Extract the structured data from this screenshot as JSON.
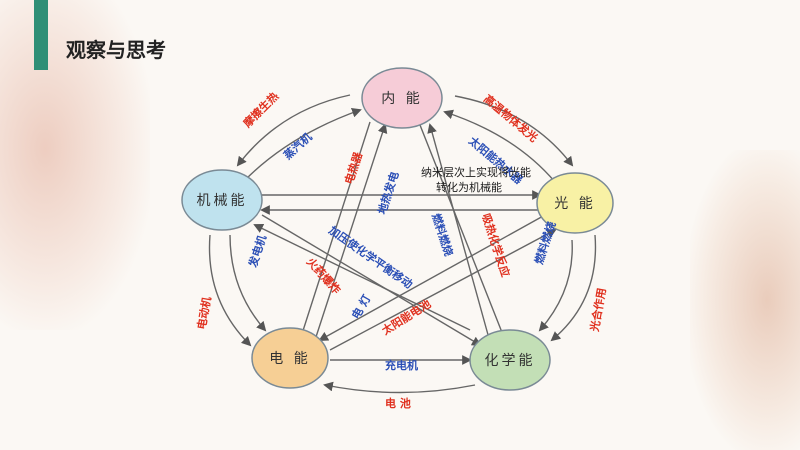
{
  "header": {
    "title": "观察与思考"
  },
  "nodes": {
    "internal": "内 能",
    "mechanical": "机械能",
    "light": "光 能",
    "electric": "电 能",
    "chemical": "化学能"
  },
  "labels": {
    "friction_heat": "摩擦生热",
    "steam_engine": "蒸汽机",
    "high_temp_glow": "高温物体发光",
    "solar_heater": "太阳能热水器",
    "electric_heater": "电热器",
    "thermoelectric": "地热发电",
    "fuel_burn_1": "燃料燃烧",
    "endothermic_reaction": "吸热化学反应",
    "pressure_equilibrium": "加压使化学平衡移动",
    "explosive": "火药爆炸",
    "generator": "发电机",
    "motor": "电动机",
    "electric_light": "电 灯",
    "solar_cell": "太阳能电池",
    "fuel_burn_2": "燃料燃烧",
    "photosynthesis": "光合作用",
    "charging": "充电机",
    "battery": "电 池",
    "nano_line1": "纳米层次上实现将光能",
    "nano_line2": "转化为机械能"
  },
  "colors": {
    "accent": "#2f8f76",
    "internal_fill": "#f6ccd7",
    "mechanical_fill": "#bfe2ee",
    "light_fill": "#f8f1a5",
    "electric_fill": "#f6cf95",
    "chemical_fill": "#c3dfb6",
    "label_red": "#e0301e",
    "label_blue": "#2b4fb6"
  }
}
